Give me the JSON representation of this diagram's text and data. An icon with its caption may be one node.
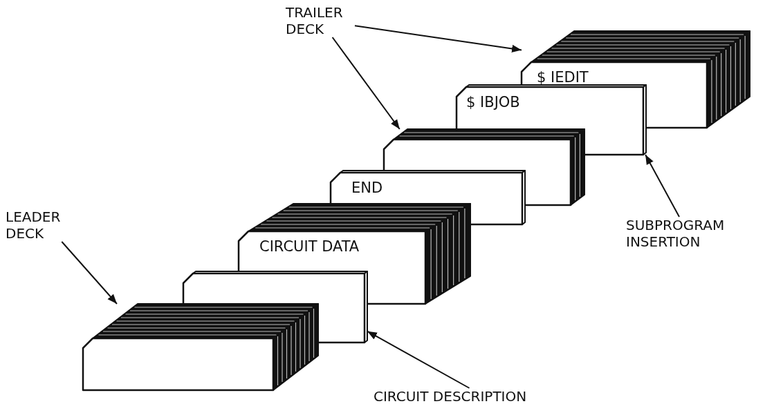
{
  "diagram": {
    "nodes": [
      {
        "text": [
          "TRAILER DECK"
        ]
      },
      {
        "text": [
          "$ IEDIT"
        ]
      },
      {
        "text": [
          "$ IBJOB"
        ]
      },
      {
        "text": [],
        "shape": "box"
      },
      {
        "text": [
          "END"
        ]
      },
      {
        "text": [
          "LEADER DECK"
        ]
      },
      {
        "text": [
          "SUBPROGRAM INSERTION"
        ]
      },
      {
        "text": [
          "CIRCUIT DATA"
        ]
      },
      {
        "text": [],
        "shape": "box"
      },
      {
        "text": [],
        "shape": "box"
      },
      {
        "text": [
          "CIRCUIT DESCRIPTION"
        ]
      }
    ],
    "edges": [
      {
        "from": 0,
        "to": 1,
        "arrow": "to"
      },
      {
        "from": 0,
        "to": 3,
        "arrow": "to"
      },
      {
        "from": 5,
        "to": 9,
        "arrow": "to"
      },
      {
        "from": 6,
        "to": 2,
        "arrow": "to"
      },
      {
        "from": 10,
        "to": 8,
        "arrow": "to"
      }
    ]
  }
}
